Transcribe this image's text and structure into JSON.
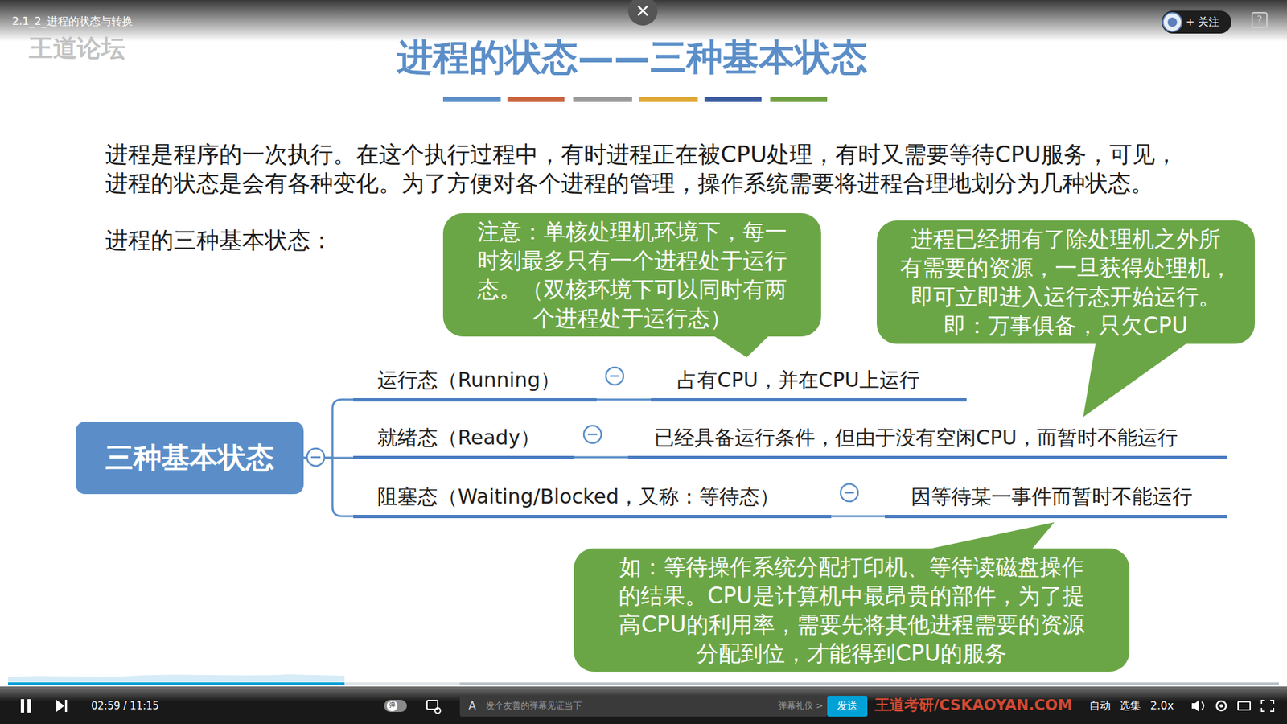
{
  "diagram": {
    "title": "进程的状态——三种基本状态",
    "nodes": [
      {
        "text": [
          "注意：单核处理机环境下，每一 时刻最多只有一个进程处于运行 态。（双核环境下可以同时有两 个进程处于运行态）"
        ]
      },
      {
        "text": [
          "进程已经拥有了除处理机之外所 有需要的资源，一旦获得处理机， 即可立即进入运行态开始运行。 即：万事俱备，只欠CPU"
        ]
      },
      {
        "text": [
          "三种基本状态"
        ]
      },
      {
        "text": [
          "运行态（Running）"
        ]
      },
      {
        "text": [
          "占有CPU，并在CPU上运行"
        ]
      },
      {
        "text": [
          "就绪态（Ready）"
        ]
      },
      {
        "text": [
          "已经具备运行条件，但由于没有空闲CPU，而暂时不能运行"
        ]
      },
      {
        "text": [
          "阻塞态（Waiting/Blocked，又称：等待态）"
        ]
      },
      {
        "text": [
          "因等待某一事件而暂时不能运行"
        ]
      },
      {
        "text": [
          "如：等待操作系统分配打印机、等待读磁盘操作 的结果。CPU是计算机中最昂贵的部件，为了提 高CPU的利用率，需要先将其他进程需要的资源 分配到位，才能得到CPU的服务"
        ]
      }
    ],
    "edges": [
      {
        "from": 2,
        "to": 3,
        "arrow": "none"
      },
      {
        "from": 2,
        "to": 5,
        "arrow": "none"
      },
      {
        "from": 2,
        "to": 7,
        "arrow": "none"
      },
      {
        "from": 3,
        "to": 4,
        "arrow": "none"
      },
      {
        "from": 5,
        "to": 6,
        "arrow": "none"
      },
      {
        "from": 7,
        "to": 8,
        "arrow": "none"
      }
    ],
    "labels": [
      "2.1_2_进程的状态与转换",
      "王道论坛",
      "+ 关注",
      "?",
      "进程是程序的一次执行。在这个执行过程中，有时进程正在被CPU处理，有时又需要等待CPU服务，可见， 进程的状态是会有各种变化。为了方便对各个进程的管理，操作系统需要将进程合理地划分为几种状态。",
      "进程的三种基本状态：",
      "02:59 / 11:15",
      "弹",
      "A",
      "发个友善的弹幕见证当下",
      "弹幕礼仪 >",
      "发送",
      "王道考研/CSKAOYAN.COM",
      "自动",
      "选集",
      "2.0x"
    ]
  }
}
